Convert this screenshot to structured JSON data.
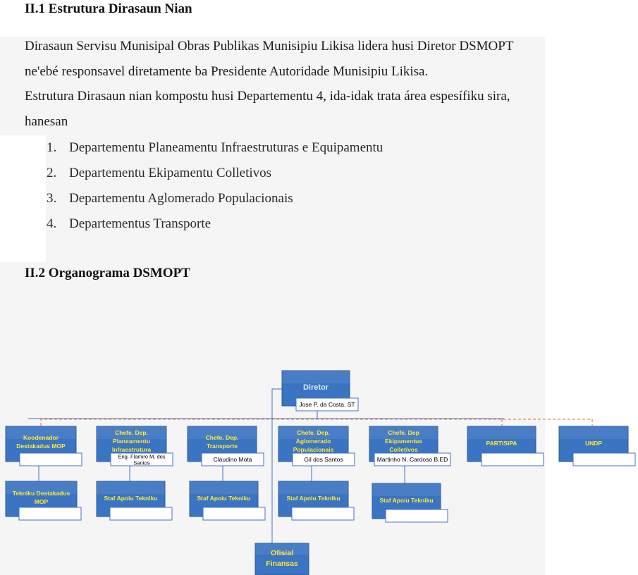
{
  "section1": {
    "heading": "II.1 Estrutura Dirasaun Nian",
    "paragraph_lines": [
      "Dirasaun Servisu Munisipal Obras Publikas Munisipiu Likisa lidera husi Diretor DSMOPT",
      "ne'ebé responsavel diretamente ba Presidente Autoridade Munisipiu Likisa.",
      "Estrutura Dirasaun nian kompostu husi Departementu 4, ida-idak trata área espesífiku sira,",
      "hanesan"
    ],
    "departments": [
      {
        "num": "1.",
        "label": "Departementu Planeamentu Infraestruturas e Equipamentu"
      },
      {
        "num": "2.",
        "label": "Departementu Ekipamentu Colletivos"
      },
      {
        "num": "3.",
        "label": "Departementu Aglomerado Populacionais"
      },
      {
        "num": "4.",
        "label": "Departementus Transporte"
      }
    ]
  },
  "section2": {
    "heading": "II.2 Organograma DSMOPT"
  },
  "org": {
    "colors": {
      "box_fill": "#3a74c2",
      "box_border": "#2a5a9a",
      "text_yellow": "#ffe933",
      "text_light": "#dce8f8",
      "line": "#4472c4",
      "dashed": "#e8884a",
      "name_border": "#4472c4"
    },
    "director": {
      "title": "Diretor",
      "name": "Jose P. da Costa. ST"
    },
    "heads": [
      {
        "lines": [
          "Koodenador",
          "Destakadus MOP"
        ],
        "name_lines": []
      },
      {
        "lines": [
          "Chefe. Dep.",
          "Planeamentu",
          "Infraestrutura"
        ],
        "name_lines": [
          "Eng. Flamiro M. dos",
          "Santos"
        ]
      },
      {
        "lines": [
          "Chefe. Dep.",
          "Transporte"
        ],
        "name_lines": [
          "Claudino Mota"
        ]
      },
      {
        "lines": [
          "Chefe. Dep.",
          "Aglomerado",
          "Populacionais"
        ],
        "name_lines": [
          "Gil dos Santos"
        ]
      },
      {
        "lines": [
          "Chefe. Dep",
          "Ekipamentus",
          "Colletivos"
        ],
        "name_lines": [
          "Martinho N. Cardoso B.ED"
        ]
      },
      {
        "lines": [
          "PARTISIPA"
        ],
        "name_lines": []
      },
      {
        "lines": [
          "UNDP"
        ],
        "name_lines": []
      }
    ],
    "staff": [
      {
        "lines": [
          "Tekniku Destakadus",
          "MOP"
        ]
      },
      {
        "lines": [
          "Staf Apoiu Tekniku"
        ]
      },
      {
        "lines": [
          "Staf Apoiu Tekniku"
        ]
      },
      {
        "lines": [
          "Staf Apoiu Tekniku"
        ]
      },
      {
        "lines": [
          "Staf Apoiu Tekniku"
        ]
      }
    ],
    "finance": {
      "lines": [
        "Ofisial",
        "Finansas"
      ]
    }
  }
}
